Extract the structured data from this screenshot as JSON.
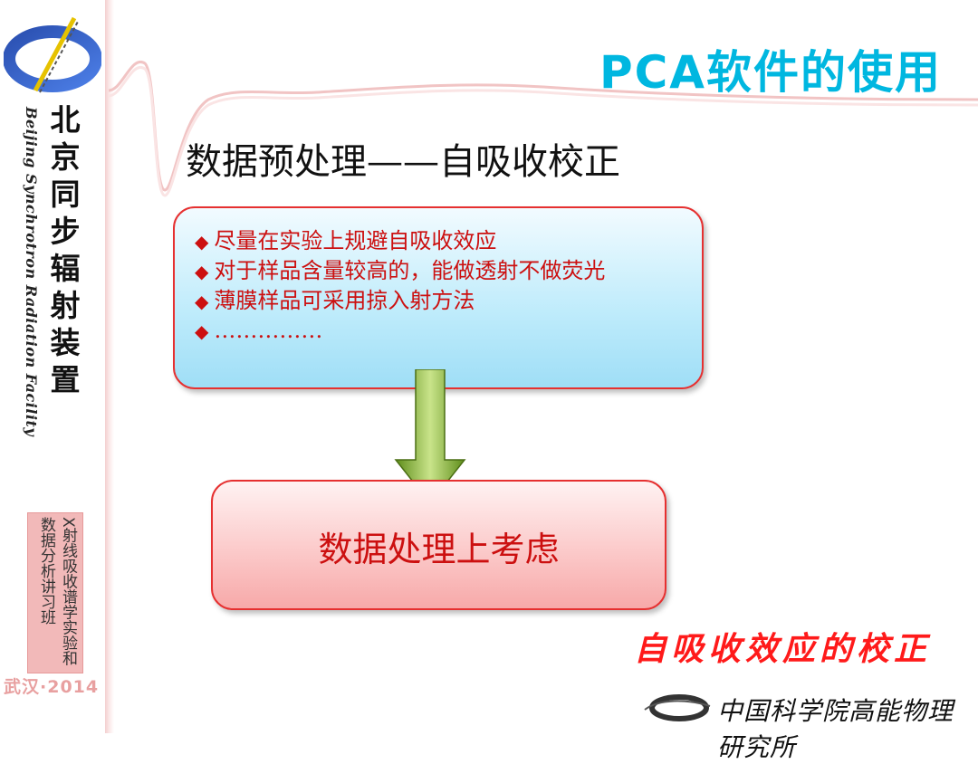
{
  "sidebar": {
    "facility_cn": [
      "北",
      "京",
      "同",
      "步",
      "辐",
      "射",
      "装",
      "置"
    ],
    "facility_en": "Beijing Synchrotron Radiation Facility",
    "course": "X射线吸收谱学实验和数据分析讲习班",
    "place_year": "武汉·2014"
  },
  "header": {
    "title": "PCA软件的使用"
  },
  "main": {
    "subtitle": "数据预处理——自吸收校正",
    "bullets": [
      "尽量在实验上规避自吸收效应",
      "对于样品含量较高的，能做透射不做荧光",
      "薄膜样品可采用掠入射方法",
      "……………"
    ],
    "bullet_mark": "◆",
    "result_box": "数据处理上考虑",
    "conclusion": "自吸收效应的校正"
  },
  "footer": {
    "institute": "中国科学院高能物理研究所"
  },
  "colors": {
    "title": "#00b7e0",
    "text_red": "#cc1010",
    "conclusion": "#ff1a1a",
    "box_border": "#e63030",
    "arrow": "#7fae2a"
  },
  "icons": {
    "logo": "bsrf-logo-icon",
    "arrow": "down-arrow-icon",
    "footer_logo": "ihep-logo-icon"
  }
}
